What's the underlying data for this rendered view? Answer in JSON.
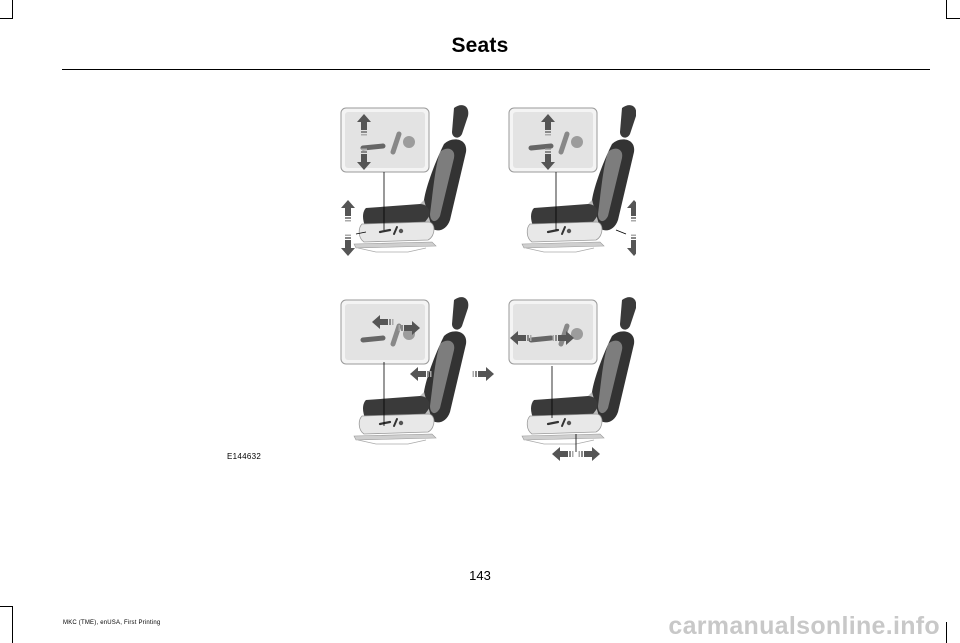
{
  "header": {
    "title": "Seats"
  },
  "figure": {
    "id": "E144632",
    "panels": [
      {
        "name": "height-adjust-front",
        "adjustment": "up-down"
      },
      {
        "name": "height-adjust-rear",
        "adjustment": "up-down"
      },
      {
        "name": "recline-adjust",
        "adjustment": "forward-backward tilt"
      },
      {
        "name": "fore-aft-adjust",
        "adjustment": "forward-backward slide"
      }
    ]
  },
  "page": {
    "number": "143"
  },
  "footer": {
    "text": "MKC (TME), enUSA, First Printing"
  },
  "watermark": {
    "text": "carmanualsonline.info"
  },
  "colors": {
    "arrow": "#707070",
    "seat_dark": "#3a3a3a",
    "seat_light": "#d8d8d8",
    "inset_bg": "#e6e6e6"
  }
}
